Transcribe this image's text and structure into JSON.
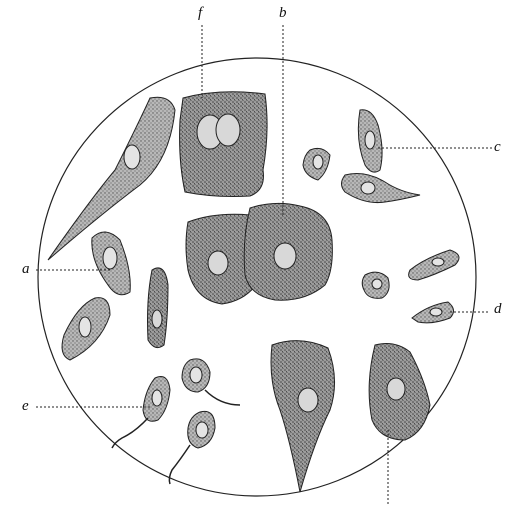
{
  "figure": {
    "labels": {
      "a": "a",
      "b": "b",
      "c": "c",
      "d": "d",
      "e": "e",
      "f": "f"
    },
    "colors": {
      "ink": "#1a1a1a",
      "cell_fill": "#9a9a9a",
      "paper": "#ffffff"
    }
  }
}
